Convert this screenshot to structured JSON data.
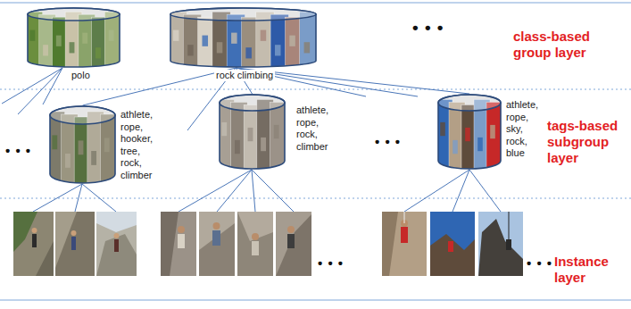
{
  "diagram": {
    "nodes": [
      {
        "text": [
          "polo"
        ]
      },
      {
        "text": [
          "rock climbing"
        ]
      },
      {
        "text": [
          "athlete, rope, hooker, tree, rock, climber"
        ]
      },
      {
        "text": [
          "athlete, rope, rock, climber"
        ]
      },
      {
        "text": [
          "athlete, rope, sky, rock, blue"
        ]
      }
    ],
    "edges": [
      {
        "from": 2,
        "to": 1,
        "arrow": "none"
      },
      {
        "from": 3,
        "to": 1,
        "arrow": "none"
      },
      {
        "from": 4,
        "to": 1,
        "arrow": "none"
      }
    ],
    "labels": [
      "• • •",
      "class-based group layer",
      "• • •",
      "• • •",
      "tags-based subgroup layer",
      "• • •",
      "• • •",
      "Instance layer"
    ]
  }
}
